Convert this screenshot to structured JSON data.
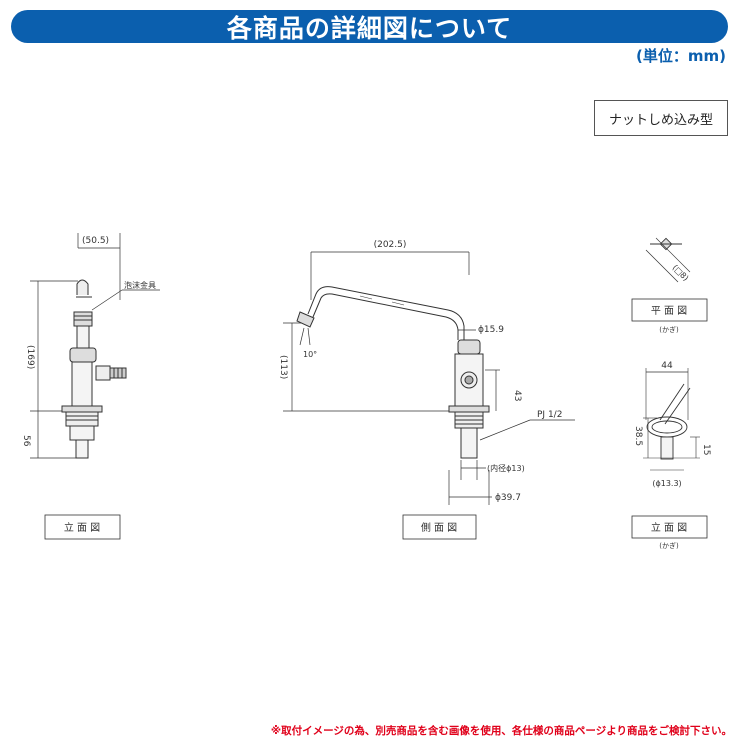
{
  "header": {
    "title": "各商品の詳細図について",
    "unit": "(単位：mm)"
  },
  "type_label": "ナットしめ込み型",
  "front_view": {
    "caption": "立 面 図",
    "dim_width": "(50.5)",
    "dim_height": "(169)",
    "dim_lower": "56",
    "part_label": "泡沫金具"
  },
  "side_view": {
    "caption": "側 面 図",
    "dim_reach": "(202.5)",
    "dim_height": "(113)",
    "angle": "10°",
    "dim_pipe": "ϕ15.9",
    "dim_body": "43",
    "thread": "PJ 1/2",
    "dim_inner": "(内径ϕ13)",
    "dim_base": "ϕ39.7"
  },
  "key_plan": {
    "caption": "平 面 図",
    "sub": "(かぎ)",
    "dim_square": "(□8)"
  },
  "key_elev": {
    "caption": "立 面 図",
    "sub": "(かぎ)",
    "dim_width": "44",
    "dim_height": "38.5",
    "dim_stem": "15",
    "dim_diameter": "(ϕ13.3)"
  },
  "footer": {
    "note": "※取付イメージの為、別売商品を含む画像を使用、各仕様の商品ページより商品をご検討下さい。"
  }
}
